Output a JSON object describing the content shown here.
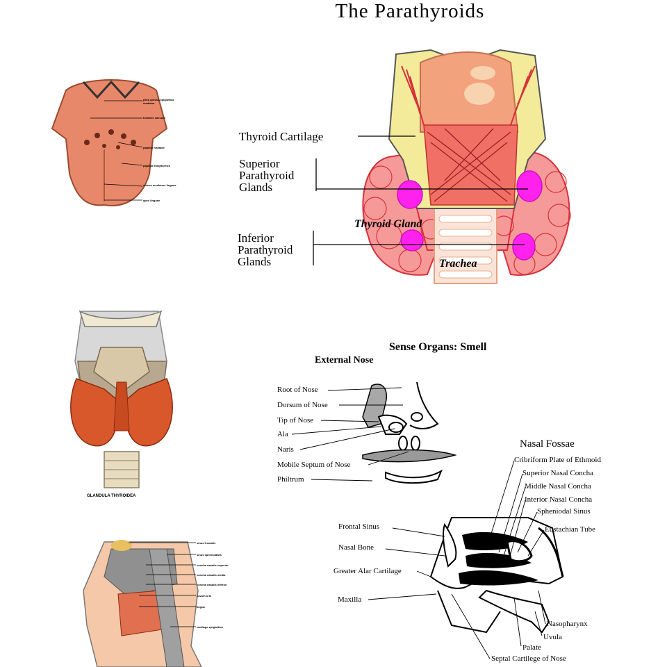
{
  "title": "The Parathyroids",
  "parathyroid_labels": {
    "thyroid_cartilage": "Thyroid Cartilage",
    "superior": [
      "Superior",
      "Parathyroid",
      "Glands"
    ],
    "inferior": [
      "Inferior",
      "Parathyroid",
      "Glands"
    ],
    "thyroid_gland": "Thyroid Gland",
    "trachea": "Trachea"
  },
  "tongue_labels": [
    "plica glosso-epiglottica mediana",
    "foramen caecum",
    "papillae vallatae",
    "papillae fungiformes",
    "sulcus medianus linguae",
    "apex linguae"
  ],
  "gland_caption": "GLANDULA THYROIDEA",
  "head_section_labels": [
    "sinus frontalis",
    "sinus sphenoidalis",
    "concha nasalis superior",
    "concha nasalis media",
    "concha nasalis inferior",
    "cavum oris",
    "lingua",
    "cartilago epiglottica"
  ],
  "smell": {
    "heading": "Sense Organs: Smell",
    "external_nose": {
      "heading": "External Nose",
      "labels": [
        "Root of Nose",
        "Dorsum of Nose",
        "Tip of Nose",
        "Ala",
        "Naris",
        "Mobile Septum of Nose",
        "Philtrum"
      ]
    },
    "nasal_fossae": {
      "heading": "Nasal Fossae",
      "right_labels": [
        "Cribriform Plate of Ethmoid",
        "Superior Nasal Concha",
        "Middle Nasal Concha",
        "Interior Nasal Concha",
        "Spheniodal Sinus",
        "Eustachian Tube"
      ],
      "left_labels": [
        "Frontal Sinus",
        "Nasal Bone",
        "Greater Alar Cartilage",
        "Maxilla"
      ],
      "bottom_labels": [
        "Nasopharynx",
        "Uvula",
        "Palate",
        "Septal Cartilege of Nose"
      ]
    }
  },
  "colors": {
    "parathyroid": "#ff22ee",
    "thyroid_pink": "#f59a98",
    "cartilage_yellow": "#f3eb9a",
    "muscle_red": "#e0403a",
    "tongue": "#e8886a"
  }
}
